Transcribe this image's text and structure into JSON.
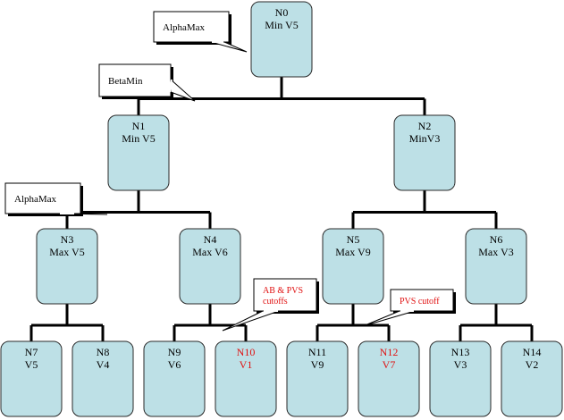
{
  "colors": {
    "node_fill": "#bde0e6",
    "cutoff_text": "#e01010",
    "edge": "#000000"
  },
  "nodes": [
    {
      "id": "N0",
      "lines": [
        "N0",
        "Min V5"
      ],
      "highlight": false
    },
    {
      "id": "N1",
      "lines": [
        "N1",
        "Min V5"
      ],
      "highlight": false
    },
    {
      "id": "N2",
      "lines": [
        "N2",
        "MinV3"
      ],
      "highlight": false
    },
    {
      "id": "N3",
      "lines": [
        "N3",
        "Max V5"
      ],
      "highlight": false
    },
    {
      "id": "N4",
      "lines": [
        "N4",
        "Max V6"
      ],
      "highlight": false
    },
    {
      "id": "N5",
      "lines": [
        "N5",
        "Max V9"
      ],
      "highlight": false
    },
    {
      "id": "N6",
      "lines": [
        "N6",
        "Max V3"
      ],
      "highlight": false
    },
    {
      "id": "N7",
      "lines": [
        "N7",
        "V5"
      ],
      "highlight": false
    },
    {
      "id": "N8",
      "lines": [
        "N8",
        "V4"
      ],
      "highlight": false
    },
    {
      "id": "N9",
      "lines": [
        "N9",
        "V6"
      ],
      "highlight": false
    },
    {
      "id": "N10",
      "lines": [
        "N10",
        "V1"
      ],
      "highlight": true
    },
    {
      "id": "N11",
      "lines": [
        "N11",
        "V9"
      ],
      "highlight": false
    },
    {
      "id": "N12",
      "lines": [
        "N12",
        "V7"
      ],
      "highlight": true
    },
    {
      "id": "N13",
      "lines": [
        "N13",
        "V3"
      ],
      "highlight": false
    },
    {
      "id": "N14",
      "lines": [
        "N14",
        "V2"
      ],
      "highlight": false
    }
  ],
  "edges": [
    [
      "N0",
      "N1"
    ],
    [
      "N0",
      "N2"
    ],
    [
      "N1",
      "N3"
    ],
    [
      "N1",
      "N4"
    ],
    [
      "N2",
      "N5"
    ],
    [
      "N2",
      "N6"
    ],
    [
      "N3",
      "N7"
    ],
    [
      "N3",
      "N8"
    ],
    [
      "N4",
      "N9"
    ],
    [
      "N4",
      "N10"
    ],
    [
      "N5",
      "N11"
    ],
    [
      "N5",
      "N12"
    ],
    [
      "N6",
      "N13"
    ],
    [
      "N6",
      "N14"
    ]
  ],
  "callouts": [
    {
      "id": "alphamax-top",
      "lines": [
        "AlphaMax"
      ],
      "red": false
    },
    {
      "id": "betamin",
      "lines": [
        "BetaMin"
      ],
      "red": false
    },
    {
      "id": "alphamax-left",
      "lines": [
        "AlphaMax"
      ],
      "red": false
    },
    {
      "id": "ab-pvs-cutoffs",
      "lines": [
        "AB & PVS",
        "cutoffs"
      ],
      "red": true
    },
    {
      "id": "pvs-cutoff",
      "lines": [
        "PVS cutoff"
      ],
      "red": true
    }
  ]
}
